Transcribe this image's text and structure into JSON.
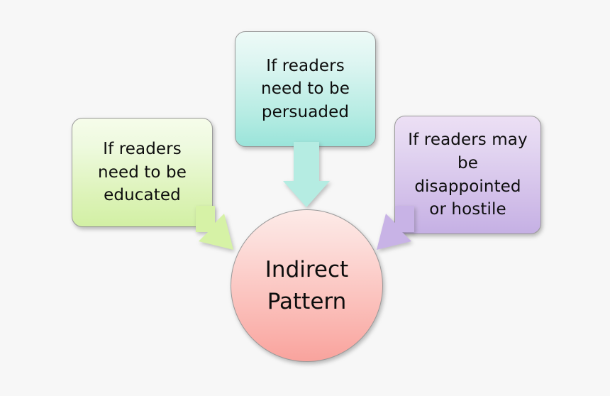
{
  "diagram": {
    "title": "Indirect Pattern diagram",
    "background_color": "#f7f7f7",
    "center": {
      "label": "Indirect\nPattern",
      "shape": "circle",
      "gradient_from": "#fdeae7",
      "gradient_to": "#f9a39d"
    },
    "nodes": [
      {
        "id": "persuaded",
        "label": "If readers\nneed to be\npersuaded",
        "position": "top",
        "gradient_from": "#edfaf7",
        "gradient_to": "#9ae4da",
        "arrow_direction": "down"
      },
      {
        "id": "educated",
        "label": "If readers\nneed to be\neducated",
        "position": "left",
        "gradient_from": "#f6fcea",
        "gradient_to": "#d2f0a4",
        "arrow_direction": "down-right"
      },
      {
        "id": "hostile",
        "label": "If readers may\nbe\ndisappointed\nor hostile",
        "position": "right",
        "gradient_from": "#ecdff4",
        "gradient_to": "#c5b0e4",
        "arrow_direction": "down-left"
      }
    ],
    "arrows": [
      {
        "id": "arrow-persuaded-to-center",
        "color": "#b5ece2",
        "from": "persuaded",
        "to": "center"
      },
      {
        "id": "arrow-educated-to-center",
        "color": "#d6f2a6",
        "from": "educated",
        "to": "center"
      },
      {
        "id": "arrow-hostile-to-center",
        "color": "#c8b3e6",
        "from": "hostile",
        "to": "center"
      }
    ]
  }
}
